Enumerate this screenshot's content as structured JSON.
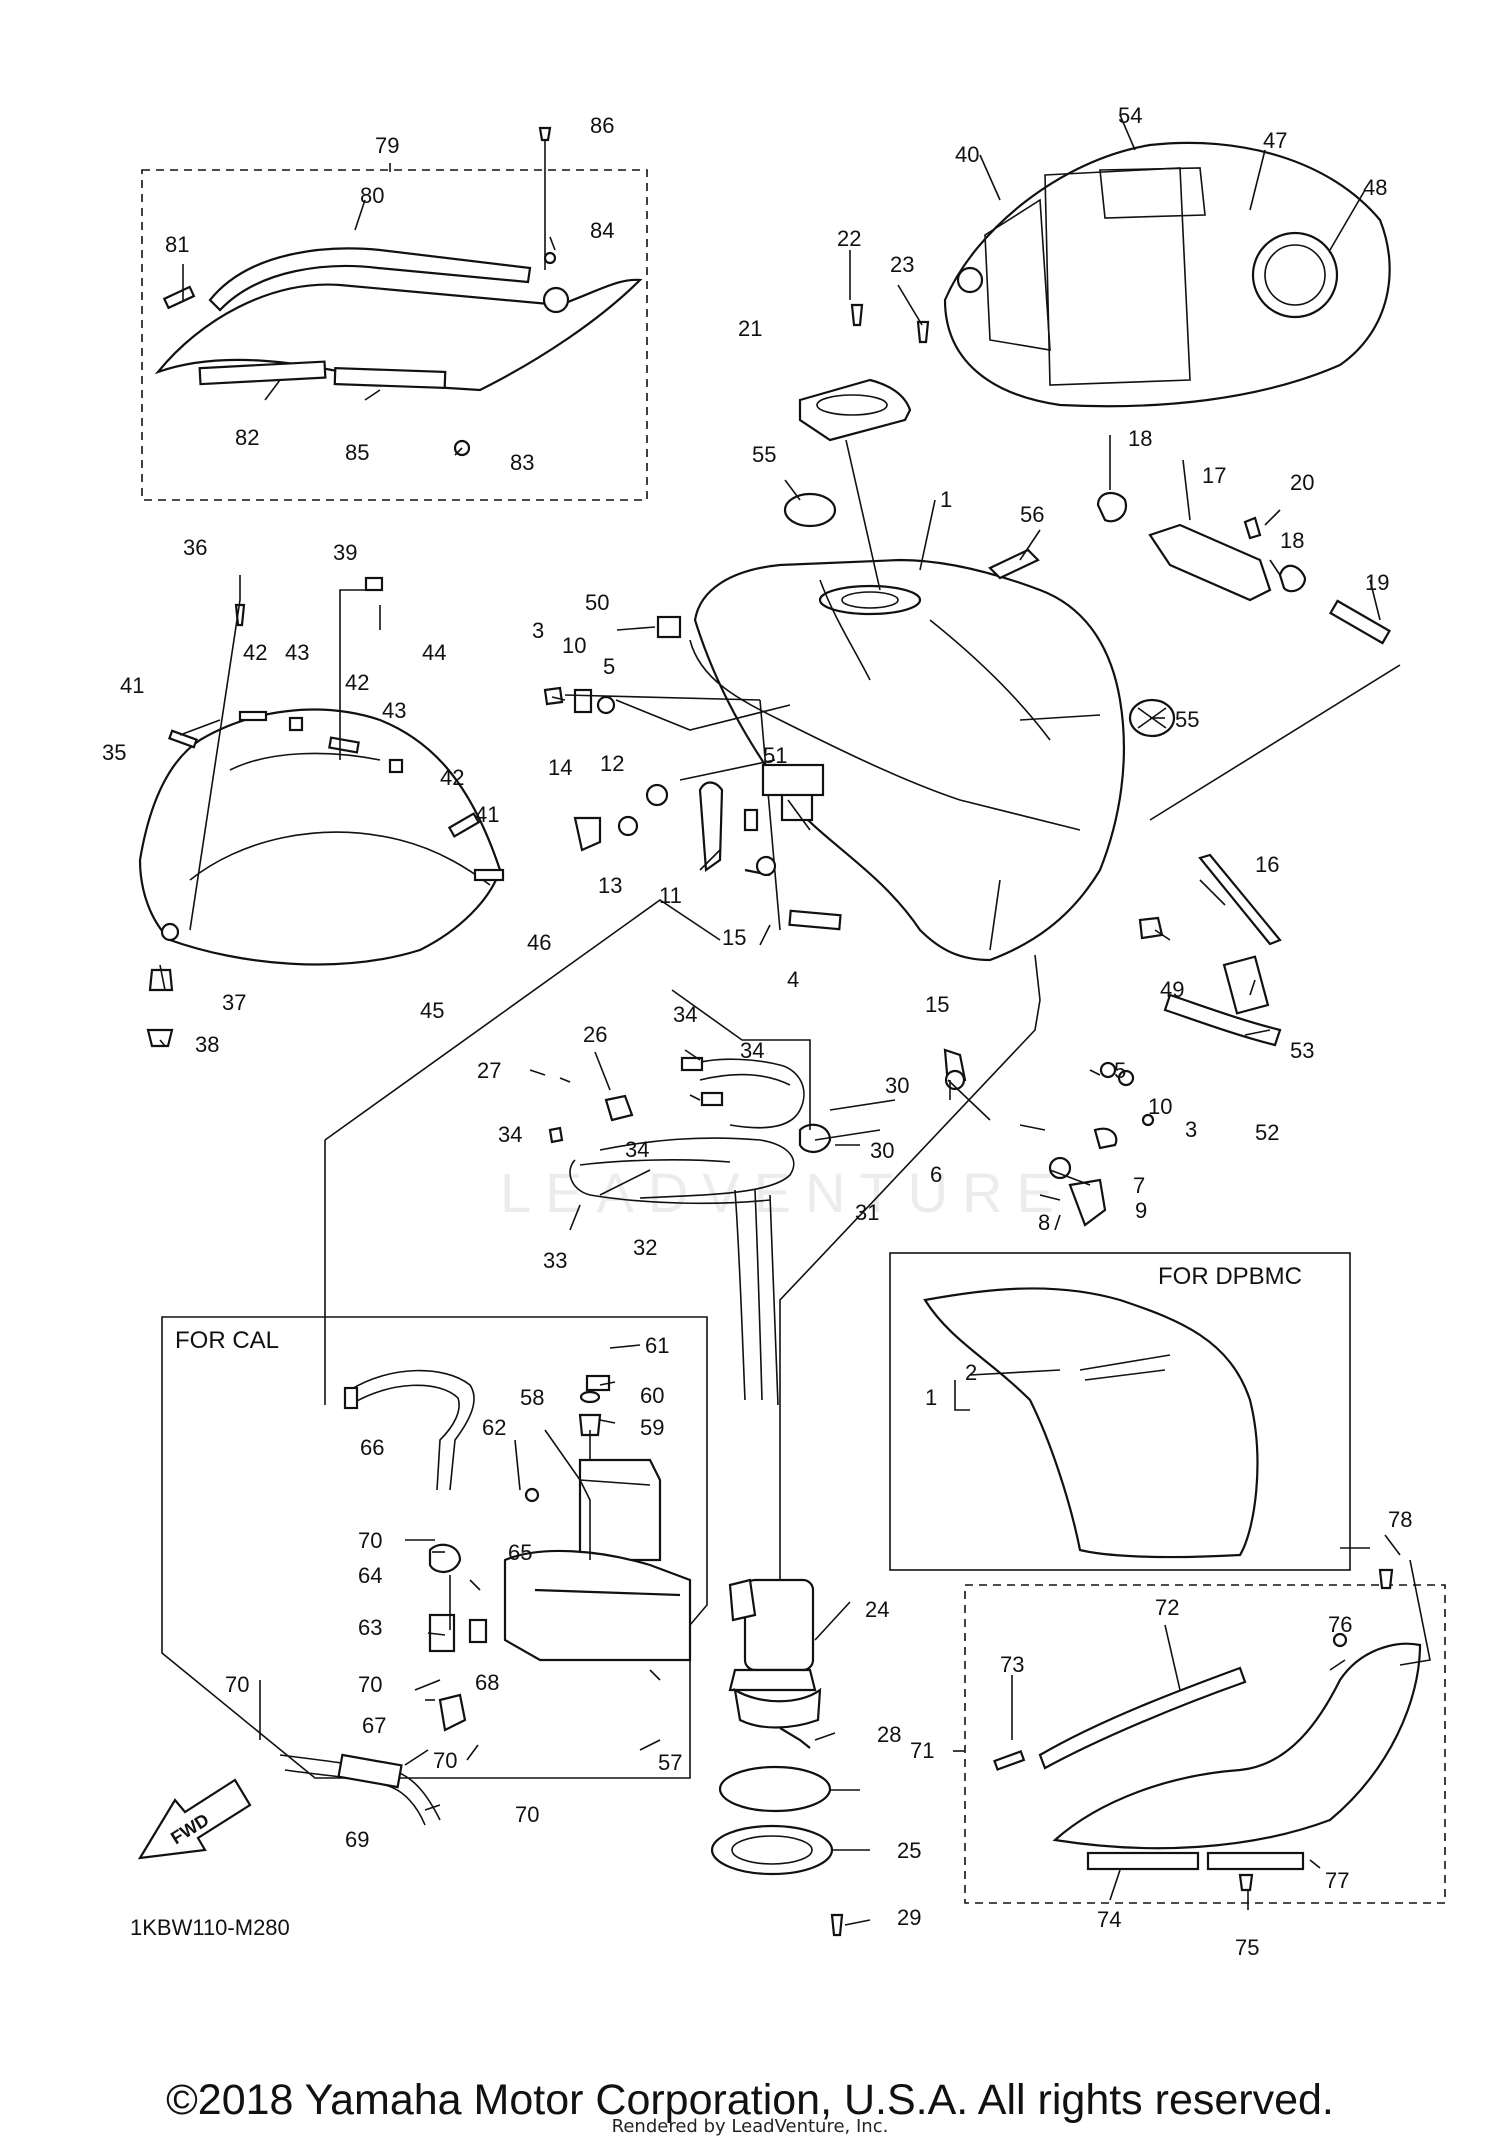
{
  "labels": [
    "1",
    "2",
    "3",
    "4",
    "5",
    "6",
    "7",
    "8",
    "9",
    "10",
    "11",
    "12",
    "13",
    "14",
    "15",
    "16",
    "17",
    "18",
    "19",
    "20",
    "21",
    "22",
    "23",
    "24",
    "25",
    "26",
    "27",
    "28",
    "29",
    "30",
    "31",
    "32",
    "33",
    "34",
    "35",
    "36",
    "37",
    "38",
    "39",
    "40",
    "41",
    "42",
    "43",
    "44",
    "45",
    "46",
    "47",
    "48",
    "49",
    "50",
    "51",
    "52",
    "53",
    "54",
    "55",
    "56",
    "57",
    "58",
    "59",
    "60",
    "61",
    "62",
    "63",
    "64",
    "65",
    "66",
    "67",
    "68",
    "69",
    "70",
    "71",
    "72",
    "73",
    "74",
    "75",
    "76",
    "77",
    "78",
    "79",
    "80",
    "81",
    "82",
    "83",
    "84",
    "85",
    "86"
  ],
  "boxes": {
    "cal": "FOR CAL",
    "dpbmc": "FOR DPBMC"
  },
  "fwd_arrow": "FWD",
  "diagram_code": "1KBW110-M280",
  "watermark": "LEADVENTURE",
  "copyright": "©2018 Yamaha Motor Corporation, U.S.A. All rights reserved.",
  "rendered_by": "Rendered by LeadVenture, Inc."
}
